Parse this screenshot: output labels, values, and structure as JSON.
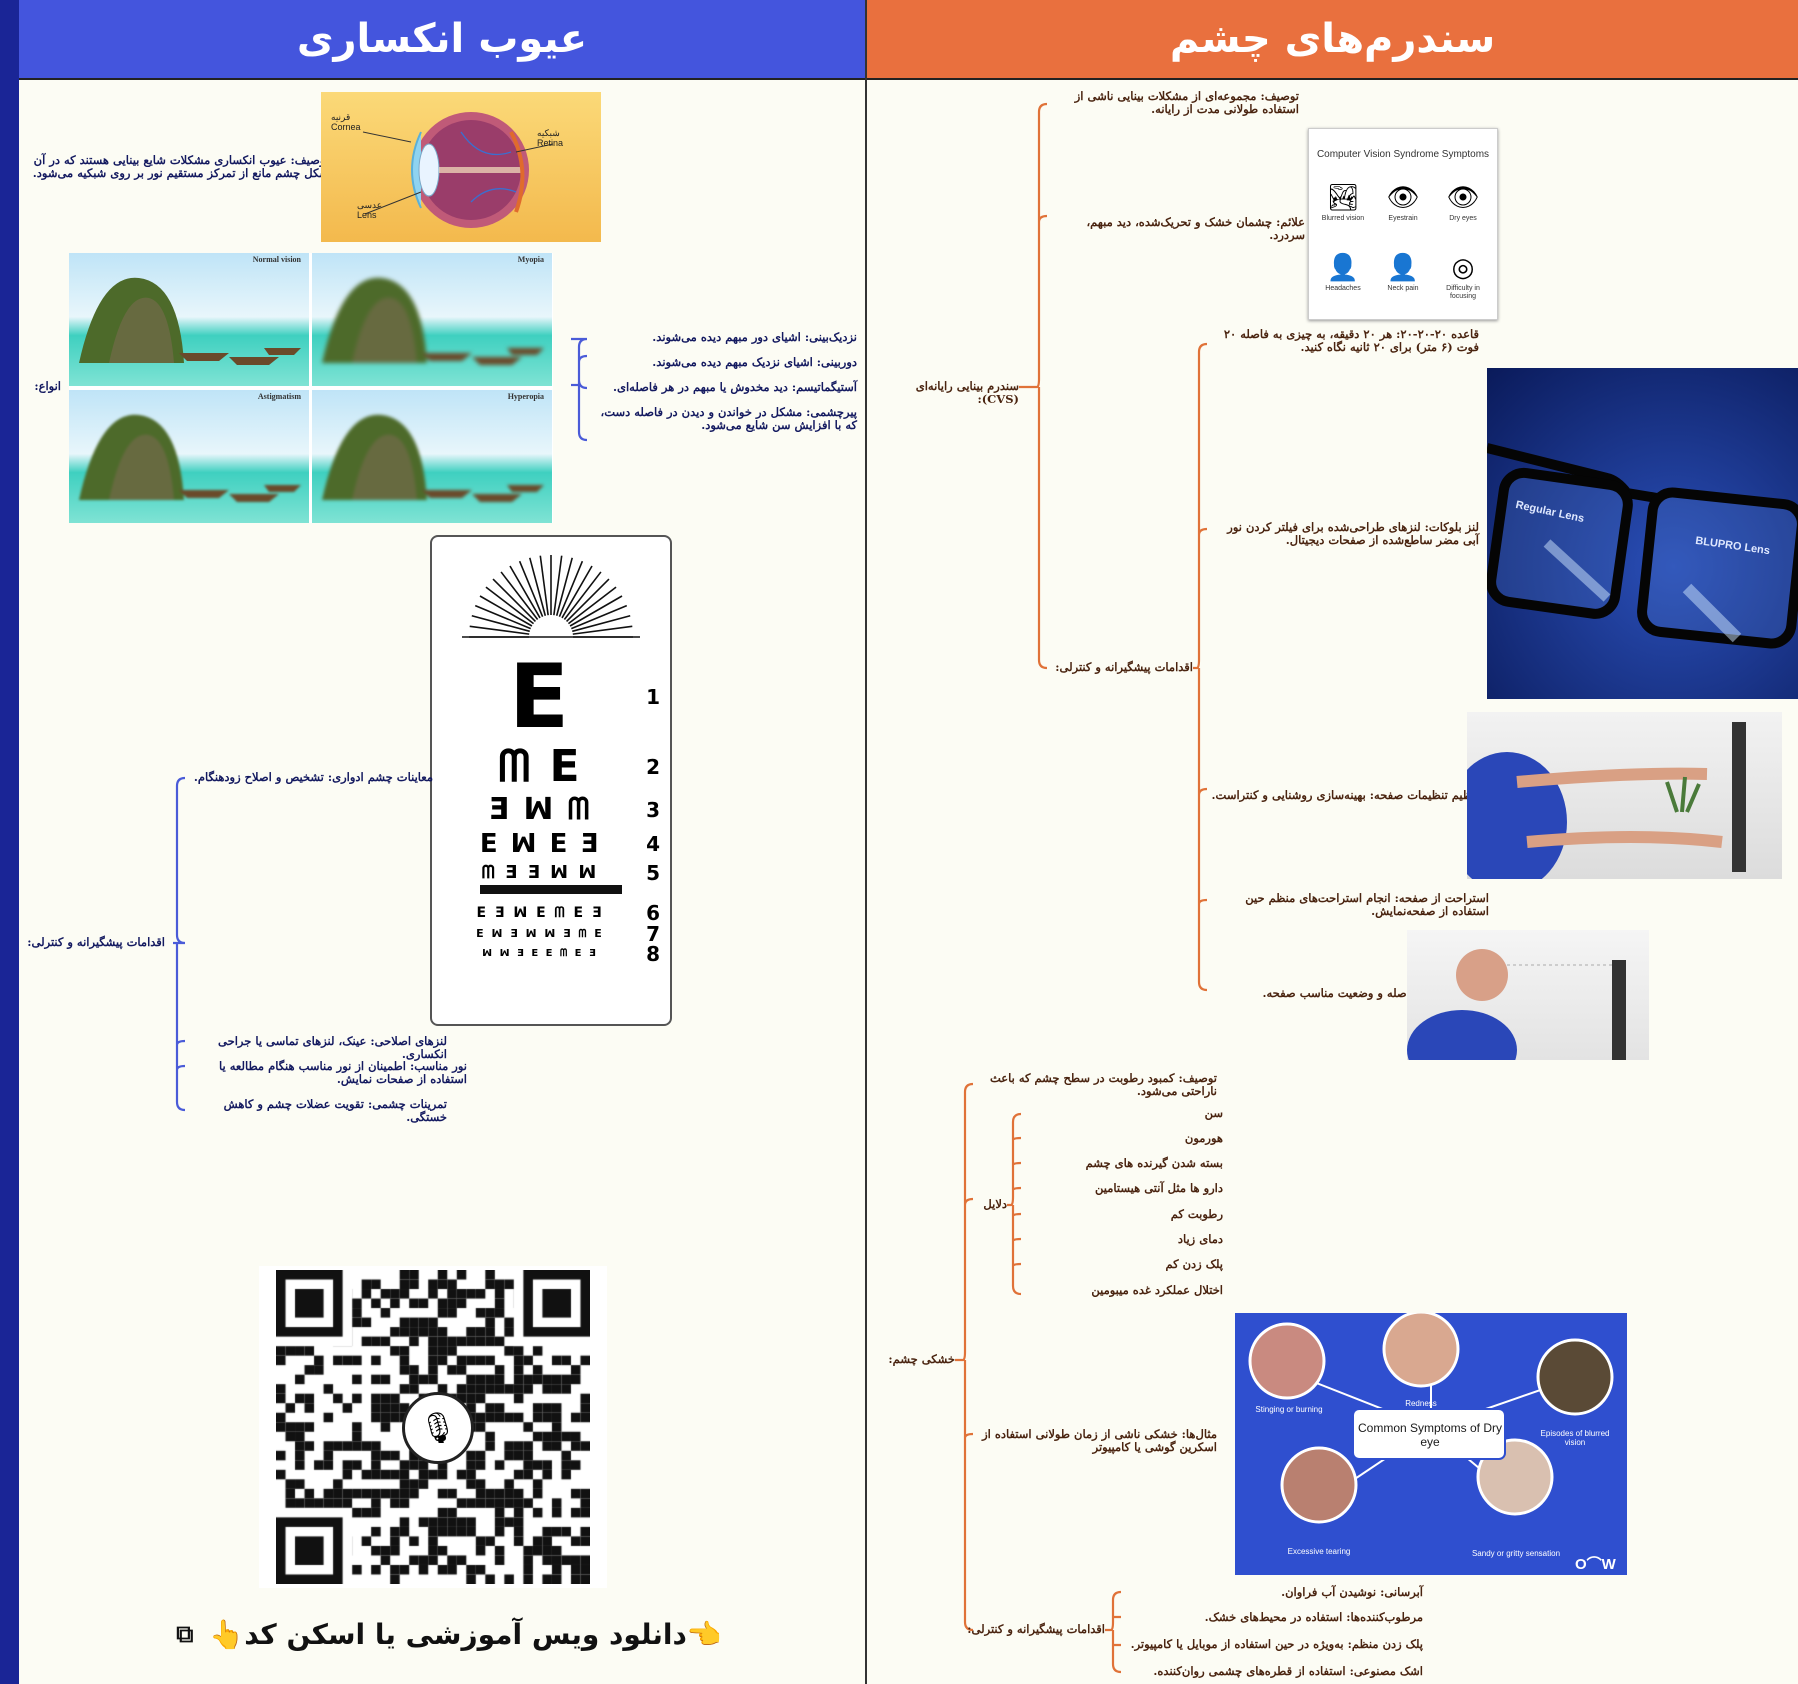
{
  "left": {
    "title": "عیوب انکساری",
    "desc": "توصیف: عیوب انکساری مشکلات شایع بینایی هستند که در آن شکل چشم مانع از تمرکز مستقیم نور بر روی شبکیه می‌شود.",
    "eye_labels": {
      "cornea_fa": "قرنیه",
      "cornea": "Cornea",
      "lens_fa": "عدسی",
      "lens": "Lens",
      "retina_fa": "شبکیه",
      "retina": "Retina"
    },
    "types_label": "انواع:",
    "vision_captions": [
      "Normal vision",
      "Myopia",
      "Astigmatism",
      "Hyperopia"
    ],
    "types": [
      "نزدیک‌بینی: اشیای دور مبهم دیده می‌شوند.",
      "دوربینی: اشیای نزدیک مبهم دیده می‌شوند.",
      "آستیگماتیسم: دید مخدوش یا مبهم در هر فاصله‌ای.",
      "پیرچشمی: مشکل در خواندن و دیدن در فاصله دست، که با افزایش سن شایع می‌شود."
    ],
    "prevention_label": "اقدامات پیشگیرانه و کنترلی:",
    "prevention": [
      "معاینات چشم ادواری: تشخیص و اصلاح زودهنگام.",
      "لنزهای اصلاحی: عینک، لنزهای تماسی یا جراحی انکساری.",
      "نور مناسب: اطمینان از نور مناسب هنگام مطالعه یا استفاده از صفحات نمایش.",
      "تمرینات چشمی: تقویت عضلات چشم و کاهش خستگی."
    ],
    "chart_numbers": [
      "1",
      "2",
      "3",
      "4",
      "5",
      "6",
      "7",
      "8"
    ],
    "chart_rows": [
      "E",
      "ᗰ E",
      "Ǝ ꟽ ᗰ",
      "E ꟽ E Ǝ",
      "ᗰ Ǝ Ǝ ꟽ ꟽ",
      "E Ǝ ꟽ E ᗰ E Ǝ",
      "E ꟽ Ǝ ꟽ ꟽ Ǝ ᗰ E",
      "ꟽ ꟽ Ǝ E E ᗰ E Ǝ"
    ],
    "download_text": "👈دانلود ویس آموزشی یا اسکن کد👆",
    "colors": {
      "header": "#4455dd",
      "line": "#4a5bd8"
    }
  },
  "right": {
    "title": "سندرم‌های چشم",
    "cvs": {
      "label": "سندرم بینایی رایانه‌ای (CVS):",
      "desc": "توصیف: مجموعه‌ای از مشکلات بینایی ناشی از استفاده طولانی مدت از رایانه.",
      "symptoms": "علائم: چشمان خشک و تحریک‌شده، دید مبهم، سردرد.",
      "symptoms_image_title": "Computer Vision Syndrome Symptoms",
      "symptom_items": [
        "Blurred vision",
        "Eyestrain",
        "Dry eyes",
        "Headaches",
        "Neck pain",
        "Difficulty in focusing"
      ],
      "prevention_label": "اقدامات پیشگیرانه و کنترلی:",
      "prevention": [
        "قاعده ۲۰-۲۰-۲۰: هر ۲۰ دقیقه، به چیزی به فاصله ۲۰ فوت (۶ متر) برای ۲۰ ثانیه نگاه کنید.",
        "لنز بلوکات: لنزهای طراحی‌شده برای فیلتر کردن نور آبی مضر ساطع‌شده از صفحات دیجیتال.",
        "تنظیم تنظیمات صفحه: بهینه‌سازی روشنایی و کنتراست.",
        "استراحت از صفحه: انجام استراحت‌های منظم حین استفاده از صفحه‌نمایش.",
        "ارگونومی: فاصله و وضعیت مناسب صفحه."
      ],
      "lens_labels": [
        "Regular Lens",
        "BLUPRO Lens"
      ]
    },
    "dry": {
      "label": "خشکی چشم:",
      "desc": "توصیف: کمبود رطوبت در سطح چشم که باعث ناراحتی می‌شود.",
      "causes_label": "دلایل",
      "causes": [
        "سن",
        "هورمون",
        "بسته شدن گیرنده های چشم",
        "دارو ها مثل آنتی هیستامین",
        "رطوبت کم",
        "دمای زیاد",
        "پلک زدن کم",
        "اختلال عملکرد غده میبومین"
      ],
      "example": "مثال‌ها: خشکی ناشی از زمان طولانی استفاده از اسکرین گوشی یا کامپیوتر",
      "symptoms_image_title": "Common Symptoms of Dry eye",
      "symptom_items": [
        "Redness",
        "Stinging or burning",
        "Episodes of blurred vision",
        "Excessive tearing",
        "Sandy or gritty sensation"
      ],
      "brand": "O⌒W",
      "prevention_label": "اقدامات پیشگیرانه و کنترلی:",
      "prevention": [
        "آبرسانی: نوشیدن آب فراوان.",
        "مرطوب‌کننده‌ها: استفاده در محیط‌های خشک.",
        "پلک زدن منظم: به‌ویژه در حین استفاده از موبایل یا کامپیوتر.",
        "اشک مصنوعی: استفاده از قطره‌های چشمی روان‌کننده."
      ]
    },
    "colors": {
      "header": "#e9703e",
      "line": "#e07238"
    }
  }
}
